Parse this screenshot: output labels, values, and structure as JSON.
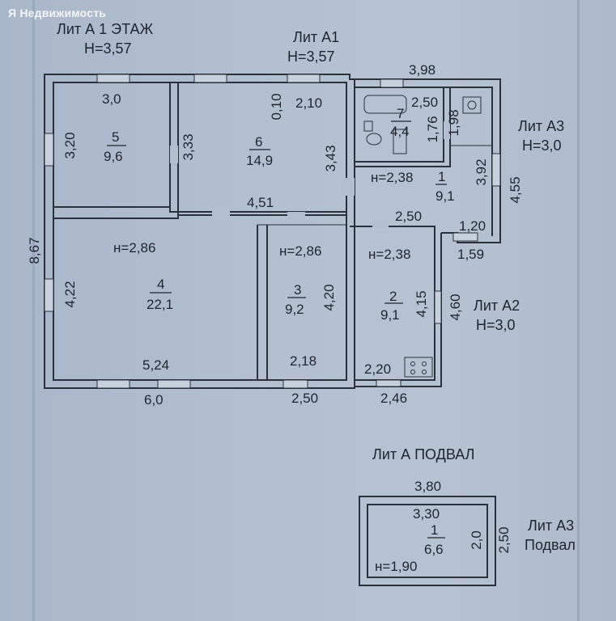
{
  "watermark": {
    "logo_text": "Я",
    "text": "Недвижимость"
  },
  "plan": {
    "lit_a_title": "Лит А 1 ЭТАЖ",
    "lit_a_height": "H=3,57",
    "lit_a1_title": "Лит А1",
    "lit_a1_height": "H=3,57",
    "lit_a3_title": "Лит А3",
    "lit_a3_height": "H=3,0",
    "lit_a2_title": "Лит А2",
    "lit_a2_height": "H=3,0",
    "dim_total_height": "8,67",
    "dim_bottom_left": "6,0",
    "dim_bottom_mid": "2,50",
    "dim_bottom_right": "2,46",
    "dim_top_a3": "3,98",
    "dim_a3_side": "4,55",
    "dim_a3_bottom": "1,59",
    "dim_a2_side": "4,60"
  },
  "rooms": {
    "r5": {
      "num": "5",
      "area": "9,6",
      "w": "3,0",
      "h": "3,20",
      "h2": "3,33"
    },
    "r6": {
      "num": "6",
      "area": "14,9",
      "w": "2,10",
      "w2": "4,51",
      "h": "3,43",
      "extra": "0,10"
    },
    "r7": {
      "num": "7",
      "area": "4,4",
      "w": "2,50",
      "h": "1,76",
      "h2": "1,98"
    },
    "r1": {
      "num": "1",
      "area": "9,1",
      "ceil": "н=2,38",
      "w": "2,50",
      "w2": "1,20",
      "h": "3,92"
    },
    "r4": {
      "num": "4",
      "area": "22,1",
      "ceil": "н=2,86",
      "w": "5,24",
      "h": "4,22"
    },
    "r3": {
      "num": "3",
      "area": "9,2",
      "ceil": "н=2,86",
      "w": "2,18",
      "h": "4,20"
    },
    "r2": {
      "num": "2",
      "area": "9,1",
      "ceil": "н=2,38",
      "w": "2,20",
      "h": "4,15"
    }
  },
  "basement": {
    "title": "Лит А ПОДВАЛ",
    "outer_w": "3,80",
    "outer_h": "2,50",
    "inner_w": "3,30",
    "inner_h": "2,0",
    "num": "1",
    "area": "6,6",
    "ceil": "н=1,90",
    "lit_title": "Лит А3",
    "lit_sub": "Подвал"
  }
}
